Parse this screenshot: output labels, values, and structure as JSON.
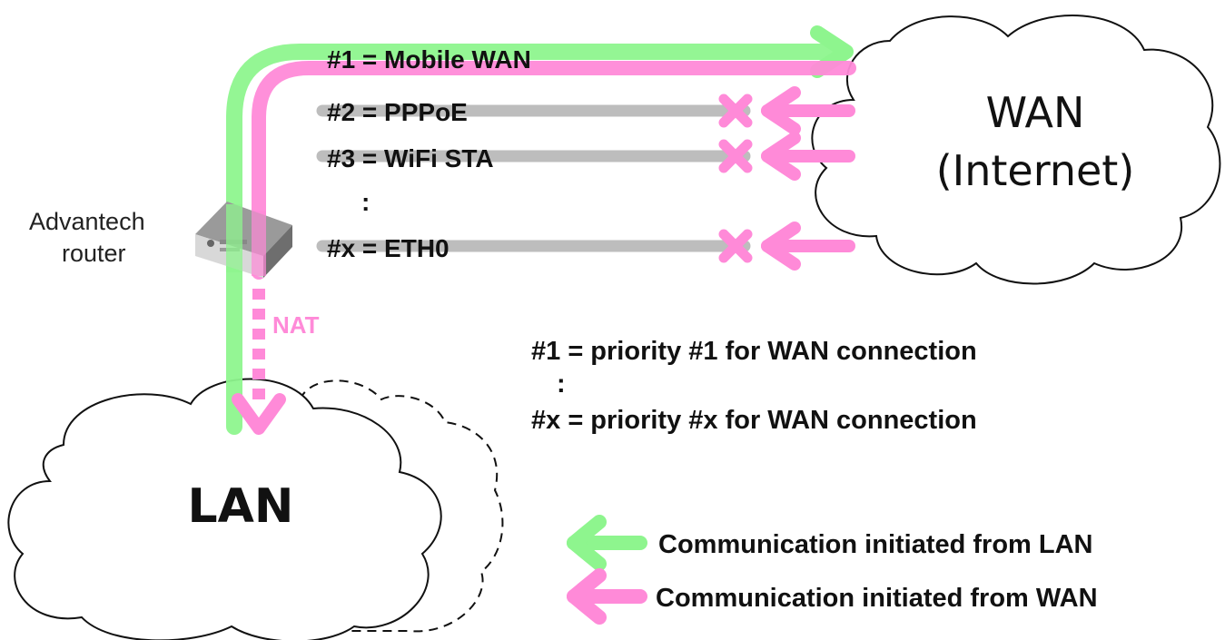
{
  "colors": {
    "lan_arrow": "#8ef58e",
    "wan_arrow": "#ff8ad8",
    "inactive_line": "#bdbdbd",
    "cloud_stroke": "#111111"
  },
  "icons": {
    "router": "router-icon",
    "blocked": "x-mark-icon",
    "cloud": "cloud-icon"
  },
  "wan_cloud": {
    "line1": "WAN",
    "line2": "(Internet)"
  },
  "lan_cloud": {
    "label": "LAN"
  },
  "router": {
    "line1": "Advantech",
    "line2": "router"
  },
  "nat_label": "NAT",
  "connections": [
    {
      "label": "#1 = Mobile WAN",
      "active": true
    },
    {
      "label": "#2 = PPPoE",
      "active": false
    },
    {
      "label": "#3 = WiFi STA",
      "active": false
    },
    {
      "label": ":",
      "active": false,
      "ellipsis": true
    },
    {
      "label": "#x = ETH0",
      "active": false
    }
  ],
  "priority_notes": {
    "line1": "#1 = priority #1 for WAN connection",
    "ellipsis": ":",
    "line2": "#x = priority #x for WAN connection"
  },
  "legend": {
    "lan": "Communication initiated from LAN",
    "wan": "Communication initiated from WAN"
  }
}
